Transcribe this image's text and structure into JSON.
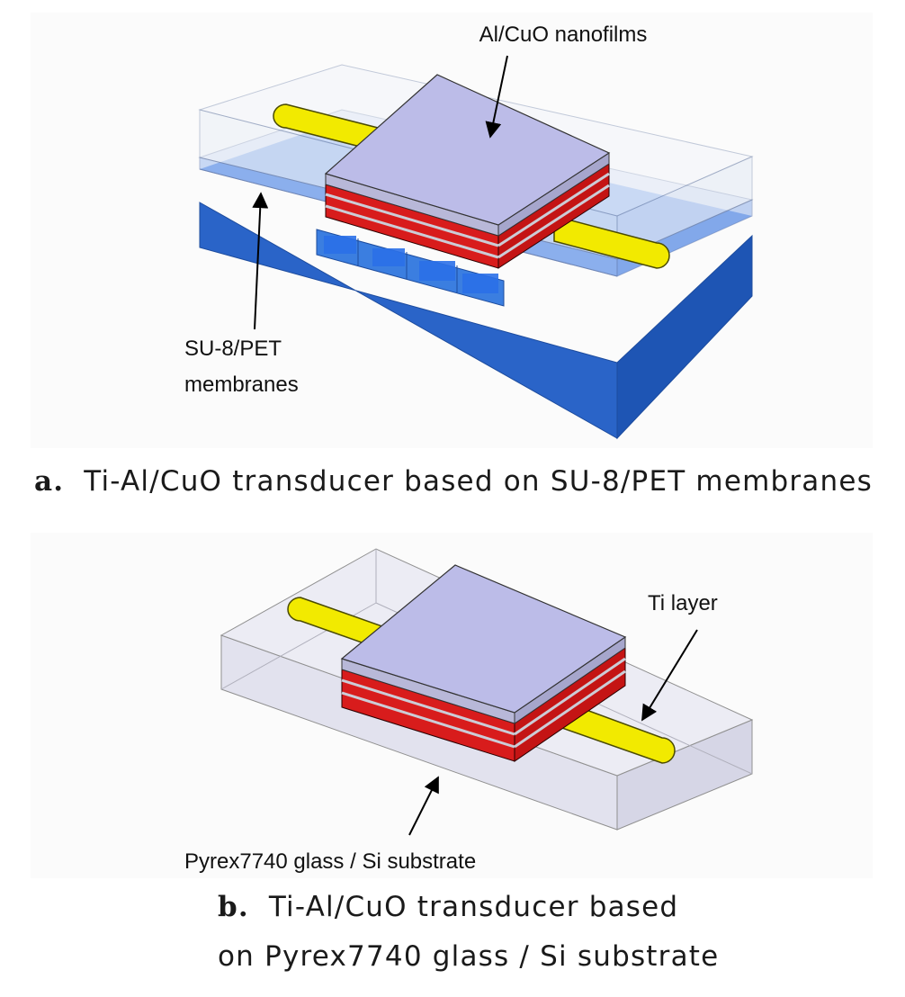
{
  "panel_a": {
    "label_top": "Al/CuO nanofilms",
    "label_left_line1": "SU-8/PET",
    "label_left_line2": "membranes",
    "caption_tag": "a.",
    "caption_text": "Ti-Al/CuO transducer based on SU-8/PET membranes"
  },
  "panel_b": {
    "label_right": "Ti layer",
    "label_bottom": "Pyrex7740 glass / Si substrate",
    "caption_tag": "b.",
    "caption_line1": "Ti-Al/CuO transducer based",
    "caption_line2": "on Pyrex7740 glass / Si substrate"
  },
  "colors": {
    "substrate_blue": "#2a64c8",
    "membrane_blue": "#5a8ee6",
    "glass": "#dcdcec",
    "stack_top": "#bcbce8",
    "nanofilm_red": "#d81c1c",
    "ti_yellow": "#f2ea00"
  }
}
